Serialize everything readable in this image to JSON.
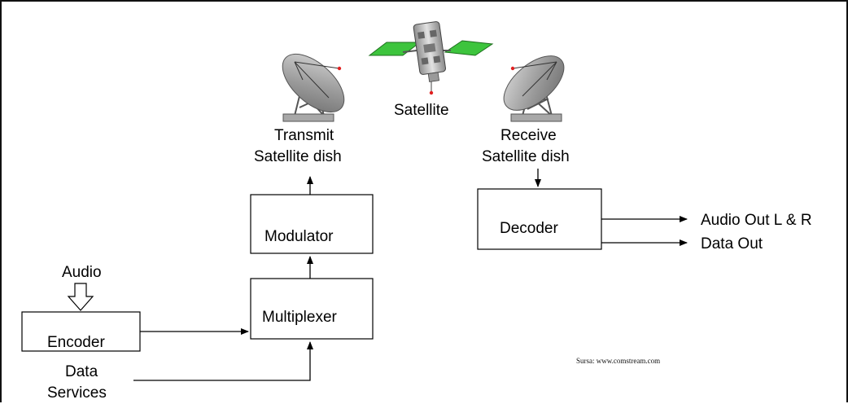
{
  "labels": {
    "satellite": "Satellite",
    "transmit_line1": "Transmit",
    "transmit_line2": "Satellite dish",
    "receive_line1": "Receive",
    "receive_line2": "Satellite dish",
    "modulator": "Modulator",
    "multiplexer": "Multiplexer",
    "encoder": "Encoder",
    "decoder": "Decoder",
    "audio_in": "Audio",
    "data_line1": "Data",
    "data_line2": "Services",
    "audio_out": "Audio Out L & R",
    "data_out": "Data Out",
    "source": "Sursa: www.comstream.com"
  },
  "colors": {
    "solar_panel": "#3dc43d",
    "dish": "#9c9c9c",
    "satellite_body": "#b9b9b9",
    "signal_dot": "#e02020"
  },
  "icons": {
    "satellite": "satellite-icon",
    "transmit_dish": "satellite-dish-icon",
    "receive_dish": "satellite-dish-icon"
  }
}
